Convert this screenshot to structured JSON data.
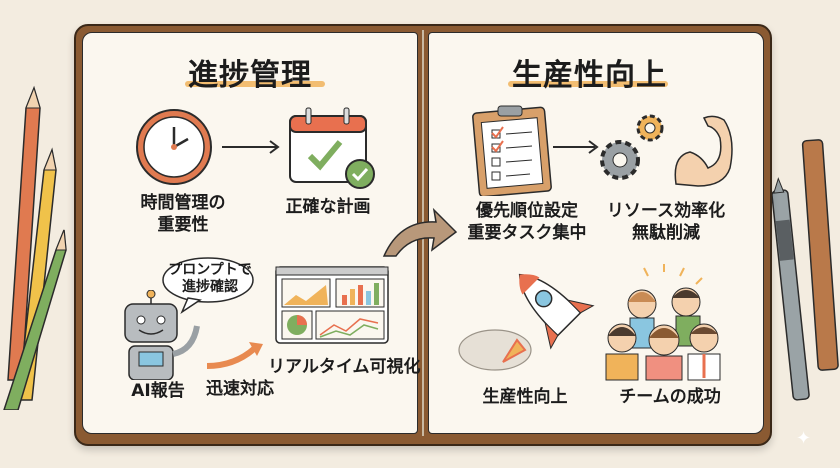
{
  "left_page": {
    "title": "進捗管理",
    "items": [
      {
        "icon": "clock-icon",
        "label_line1": "時間管理の",
        "label_line2": "重要性"
      },
      {
        "icon": "calendar-check-icon",
        "label": "正確な計画"
      },
      {
        "icon": "robot-icon",
        "label": "AI報告",
        "speech_bubble_line1": "プロンプトで",
        "speech_bubble_line2": "進捗確認"
      },
      {
        "icon": "arrow-icon",
        "label": "迅速対応"
      },
      {
        "icon": "dashboard-icon",
        "label": "リアルタイム可視化"
      }
    ]
  },
  "right_page": {
    "title": "生産性向上",
    "items": [
      {
        "icon": "clipboard-checklist-icon",
        "label_line1": "優先順位設定",
        "label_line2": "重要タスク集中"
      },
      {
        "icon": "gears-muscle-icon",
        "label_line1": "リソース効率化",
        "label_line2": "無駄削減"
      },
      {
        "icon": "rocket-icon",
        "label": "生産性向上"
      },
      {
        "icon": "team-icon",
        "label": "チームの成功"
      }
    ]
  },
  "colors": {
    "background": "#f3ece0",
    "page": "#fbf7ef",
    "cover": "#8a5a32",
    "accent_orange": "#e8704f",
    "highlight_yellow": "#f0b35a",
    "green": "#7fae5f"
  }
}
